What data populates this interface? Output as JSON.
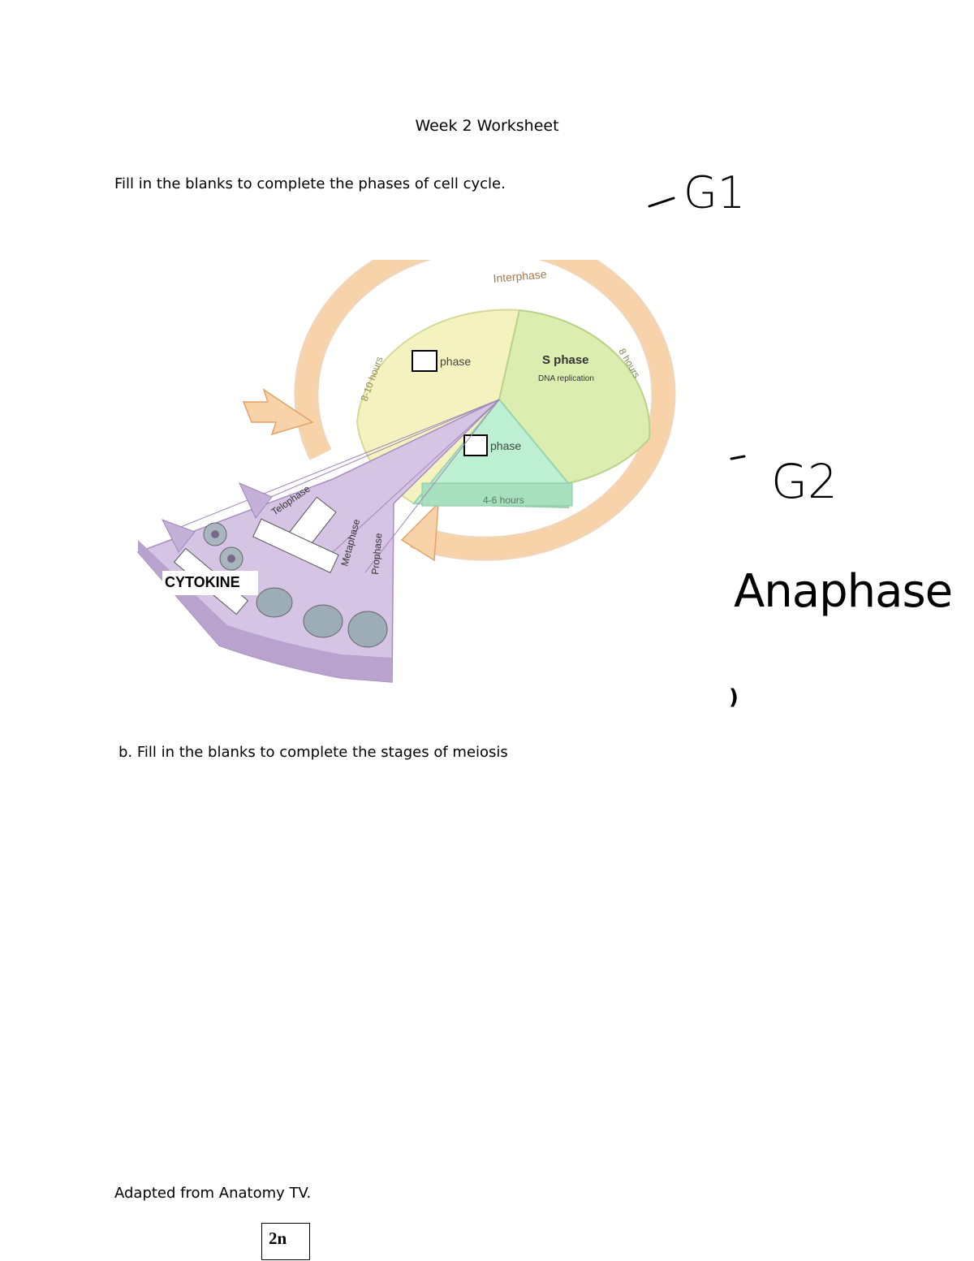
{
  "page": {
    "title": "Week 2 Worksheet",
    "instruction_a": "Fill in the blanks to complete the phases of cell cycle.",
    "instruction_b": "b. Fill in the blanks to complete the stages of meiosis",
    "footer": "Adapted from Anatomy TV.",
    "box_label": "2n"
  },
  "diagram": {
    "interphase": "Interphase",
    "g1_label": "phase",
    "s_label": "S phase",
    "s_sub": "DNA replication",
    "g2_label": "phase",
    "hours_g1": "8-10 hours",
    "hours_s": "8 hours",
    "hours_g2": "4-6 hours",
    "telophase": "Telophase",
    "metaphase": "Metaphase",
    "prophase": "Prophase",
    "cytokinesis_text": "CYTOKINE"
  },
  "handwritten": {
    "g1": "-G1",
    "g2": "-G2",
    "anaphase": "Anaphase",
    "paren": ")"
  },
  "colors": {
    "orange_ring": "#f8d2a8",
    "g1_fill": "#f4f3c0",
    "s_fill": "#dcedb0",
    "g2_fill": "#bdf0d2",
    "purple": "#d6c4e4",
    "purple_dark": "#b9a2cd"
  }
}
